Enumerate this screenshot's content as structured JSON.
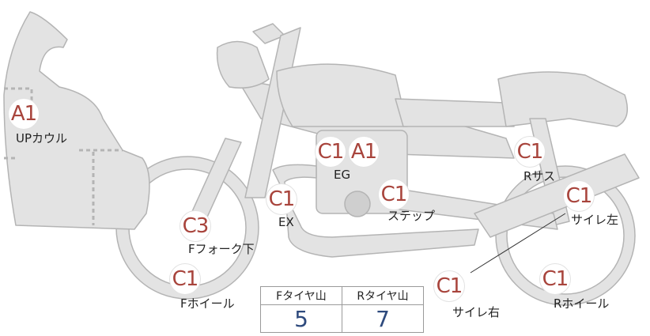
{
  "parts": [
    {
      "id": "up-cowl",
      "grade": "A1",
      "label": "UPカウル"
    },
    {
      "id": "f-fork",
      "grade": "C3",
      "label": "Fフォーク下"
    },
    {
      "id": "f-wheel",
      "grade": "C1",
      "label": "Fホイール"
    },
    {
      "id": "ex",
      "grade": "C1",
      "label": "EX"
    },
    {
      "id": "eg",
      "grade_1": "C1",
      "grade_2": "A1",
      "label": "EG"
    },
    {
      "id": "step",
      "grade": "C1",
      "label": "ステップ"
    },
    {
      "id": "r-sus",
      "grade": "C1",
      "label": "Rサス"
    },
    {
      "id": "muffler-left",
      "grade": "C1",
      "label": "サイレ左"
    },
    {
      "id": "muffler-right",
      "grade": "C1",
      "label": "サイレ右"
    },
    {
      "id": "r-wheel",
      "grade": "C1",
      "label": "Rホイール"
    }
  ],
  "tire_table": {
    "front_header": "Fタイヤ山",
    "rear_header": "Rタイヤ山",
    "front_value": "5",
    "rear_value": "7"
  },
  "colors": {
    "body_fill": "#e3e3e3",
    "body_stroke": "#b4b4b4",
    "grade_text": "#a8443c",
    "value_text": "#2e4a7d"
  }
}
